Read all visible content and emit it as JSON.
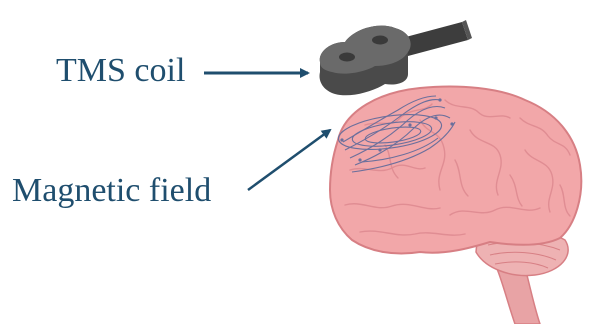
{
  "labels": {
    "coil": "TMS coil",
    "field": "Magnetic field"
  },
  "colors": {
    "label_text": "#1f4e6e",
    "arrow": "#1f4e6e",
    "brain_fill": "#f2a7a9",
    "brain_outline": "#d77f84",
    "brain_folds": "#e08d93",
    "coil_body": "#4a4a4a",
    "coil_top": "#6a6a6a",
    "field_lines": "#6b6f9c",
    "brainstem": "#e8a3a5",
    "cerebellum": "#eeb2b3"
  },
  "icons": {
    "coil": "tms-coil-icon",
    "brain": "brain-illustration"
  }
}
